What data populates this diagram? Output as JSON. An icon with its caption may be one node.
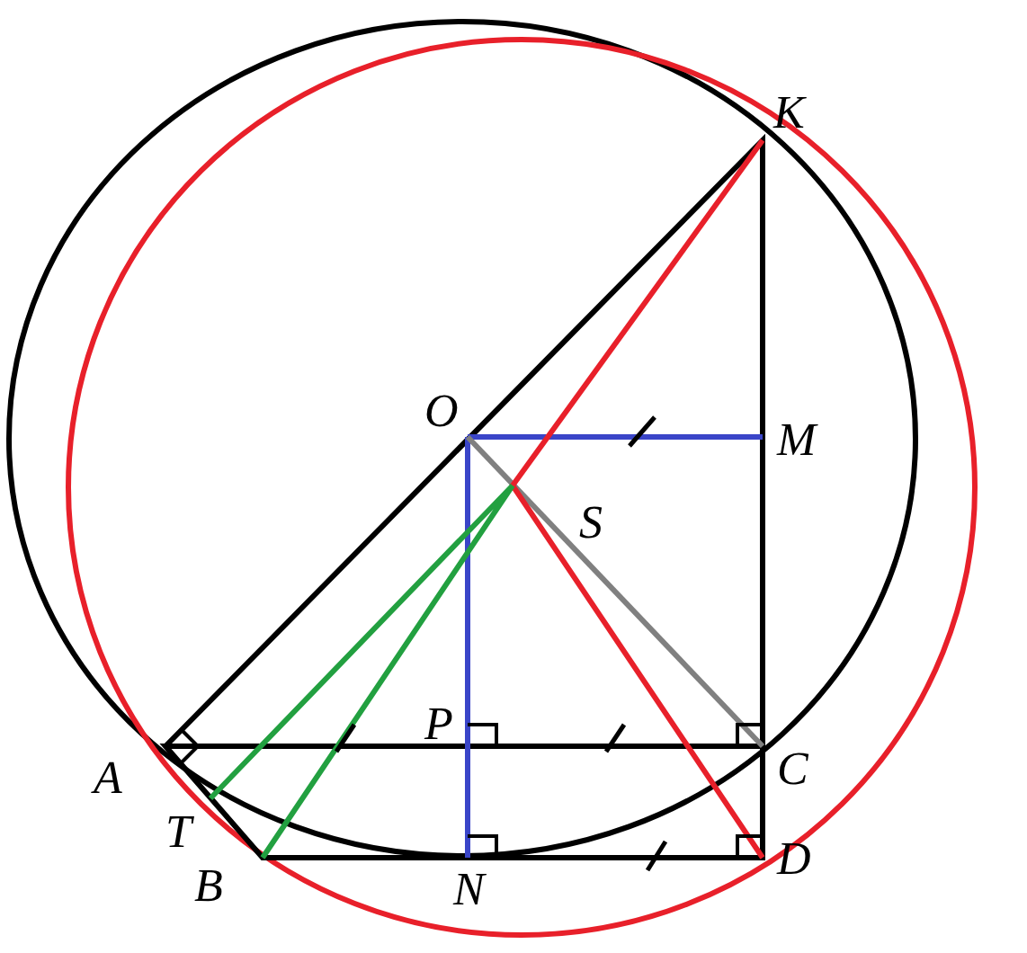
{
  "diagram": {
    "labels": [
      "K",
      "O",
      "M",
      "S",
      "P",
      "A",
      "C",
      "T",
      "B",
      "N",
      "D"
    ]
  }
}
